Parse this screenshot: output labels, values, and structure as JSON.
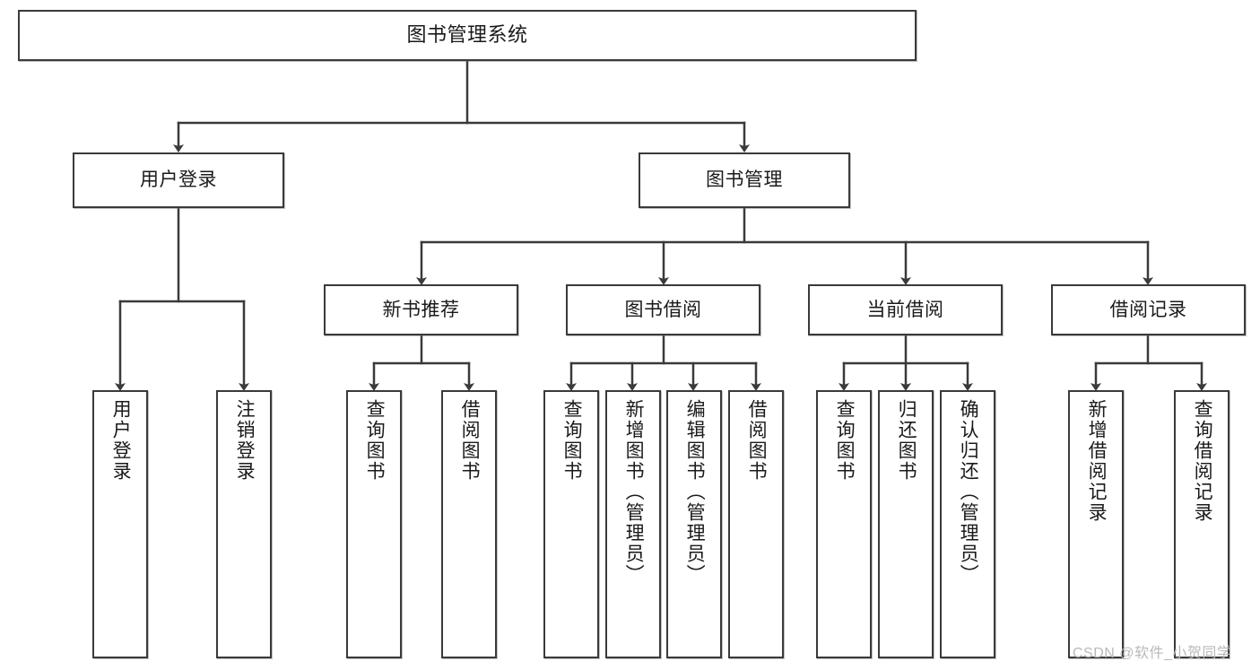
{
  "diagram": {
    "type": "tree-hierarchy",
    "title": "图书管理系统",
    "nodes": {
      "root": {
        "label": "图书管理系统",
        "level": 0,
        "orientation": "horizontal"
      },
      "l1": [
        {
          "id": "user-login",
          "label": "用户登录",
          "level": 1,
          "orientation": "horizontal"
        },
        {
          "id": "book-manage",
          "label": "图书管理",
          "level": 1,
          "orientation": "horizontal"
        }
      ],
      "l2": [
        {
          "id": "new-book-recommend",
          "label": "新书推荐",
          "level": 2,
          "orientation": "horizontal",
          "parent": "book-manage"
        },
        {
          "id": "book-borrow",
          "label": "图书借阅",
          "level": 2,
          "orientation": "horizontal",
          "parent": "book-manage"
        },
        {
          "id": "current-borrow",
          "label": "当前借阅",
          "level": 2,
          "orientation": "horizontal",
          "parent": "book-manage"
        },
        {
          "id": "borrow-record",
          "label": "借阅记录",
          "level": 2,
          "orientation": "horizontal",
          "parent": "book-manage"
        }
      ],
      "leaves": [
        {
          "id": "leaf-user-login",
          "label": "用户登录",
          "parent": "user-login"
        },
        {
          "id": "leaf-user-logout",
          "label": "注销登录",
          "parent": "user-login"
        },
        {
          "id": "leaf-query-book-1",
          "label": "查询图书",
          "parent": "new-book-recommend"
        },
        {
          "id": "leaf-borrow-book-1",
          "label": "借阅图书",
          "parent": "new-book-recommend"
        },
        {
          "id": "leaf-query-book-2",
          "label": "查询图书",
          "parent": "book-borrow"
        },
        {
          "id": "leaf-add-book",
          "label": "新增图书（管理员）",
          "parent": "book-borrow"
        },
        {
          "id": "leaf-edit-book",
          "label": "编辑图书（管理员）",
          "parent": "book-borrow"
        },
        {
          "id": "leaf-borrow-book-2",
          "label": "借阅图书",
          "parent": "book-borrow"
        },
        {
          "id": "leaf-query-book-3",
          "label": "查询图书",
          "parent": "current-borrow"
        },
        {
          "id": "leaf-return-book",
          "label": "归还图书",
          "parent": "current-borrow"
        },
        {
          "id": "leaf-confirm-return",
          "label": "确认归还（管理员）",
          "parent": "current-borrow"
        },
        {
          "id": "leaf-add-record",
          "label": "新增借阅记录",
          "parent": "borrow-record"
        },
        {
          "id": "leaf-query-record",
          "label": "查询借阅记录",
          "parent": "borrow-record"
        }
      ]
    },
    "colors": {
      "border": "#3a3a3a",
      "background": "#ffffff",
      "text": "#1a1a1a",
      "watermark": "#b9b9b9"
    }
  },
  "watermark": {
    "text": "CSDN @软件_小贺同学"
  }
}
